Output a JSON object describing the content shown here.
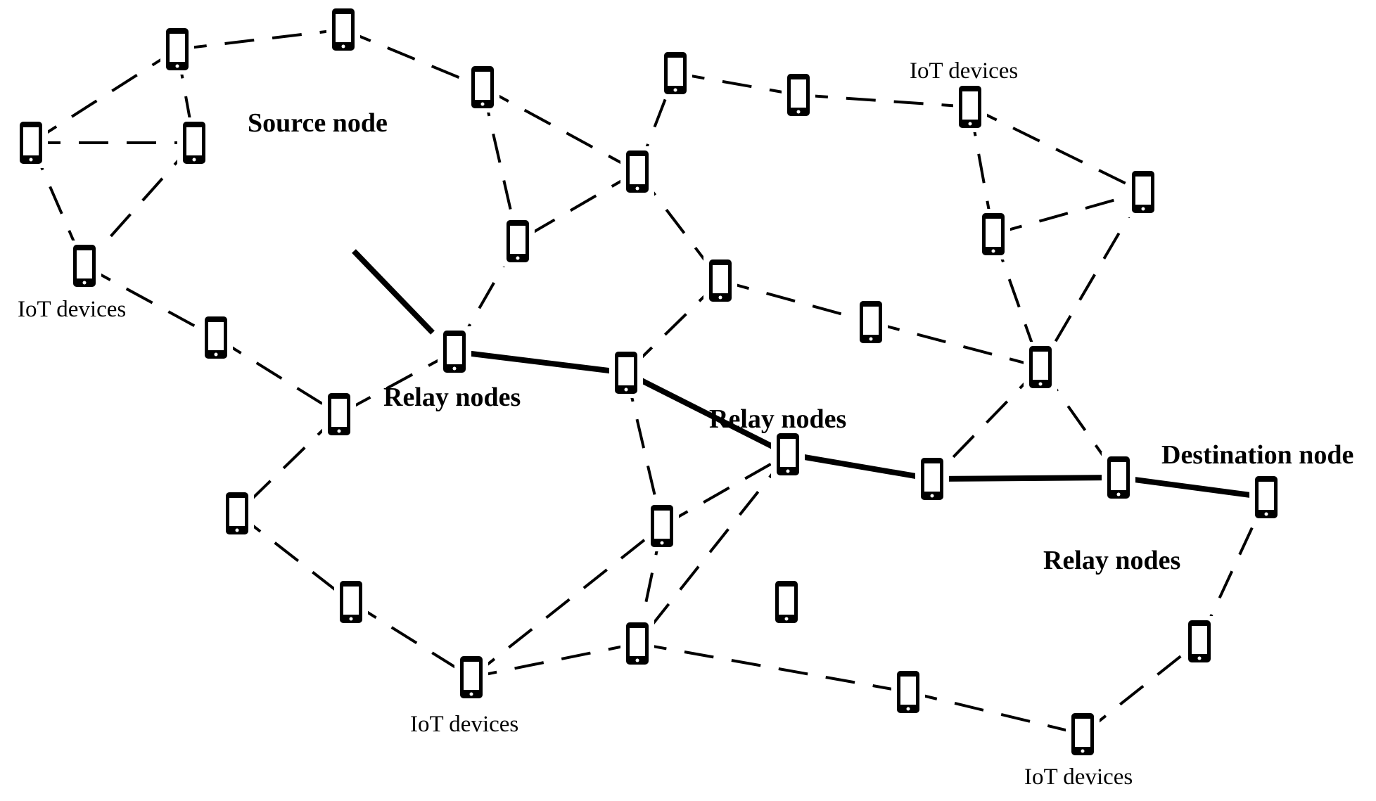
{
  "diagram": {
    "labels": {
      "source_node": "Source node",
      "relay_nodes_1": "Relay nodes",
      "relay_nodes_2": "Relay nodes",
      "relay_nodes_3": "Relay nodes",
      "destination_node": "Destination node",
      "iot_devices_1": "IoT devices",
      "iot_devices_2": "IoT devices",
      "iot_devices_3": "IoT devices",
      "iot_devices_4": "IoT devices"
    },
    "node_icon": "mobile-phone-icon",
    "line_color": "#000000",
    "background_color": "#ffffff"
  }
}
